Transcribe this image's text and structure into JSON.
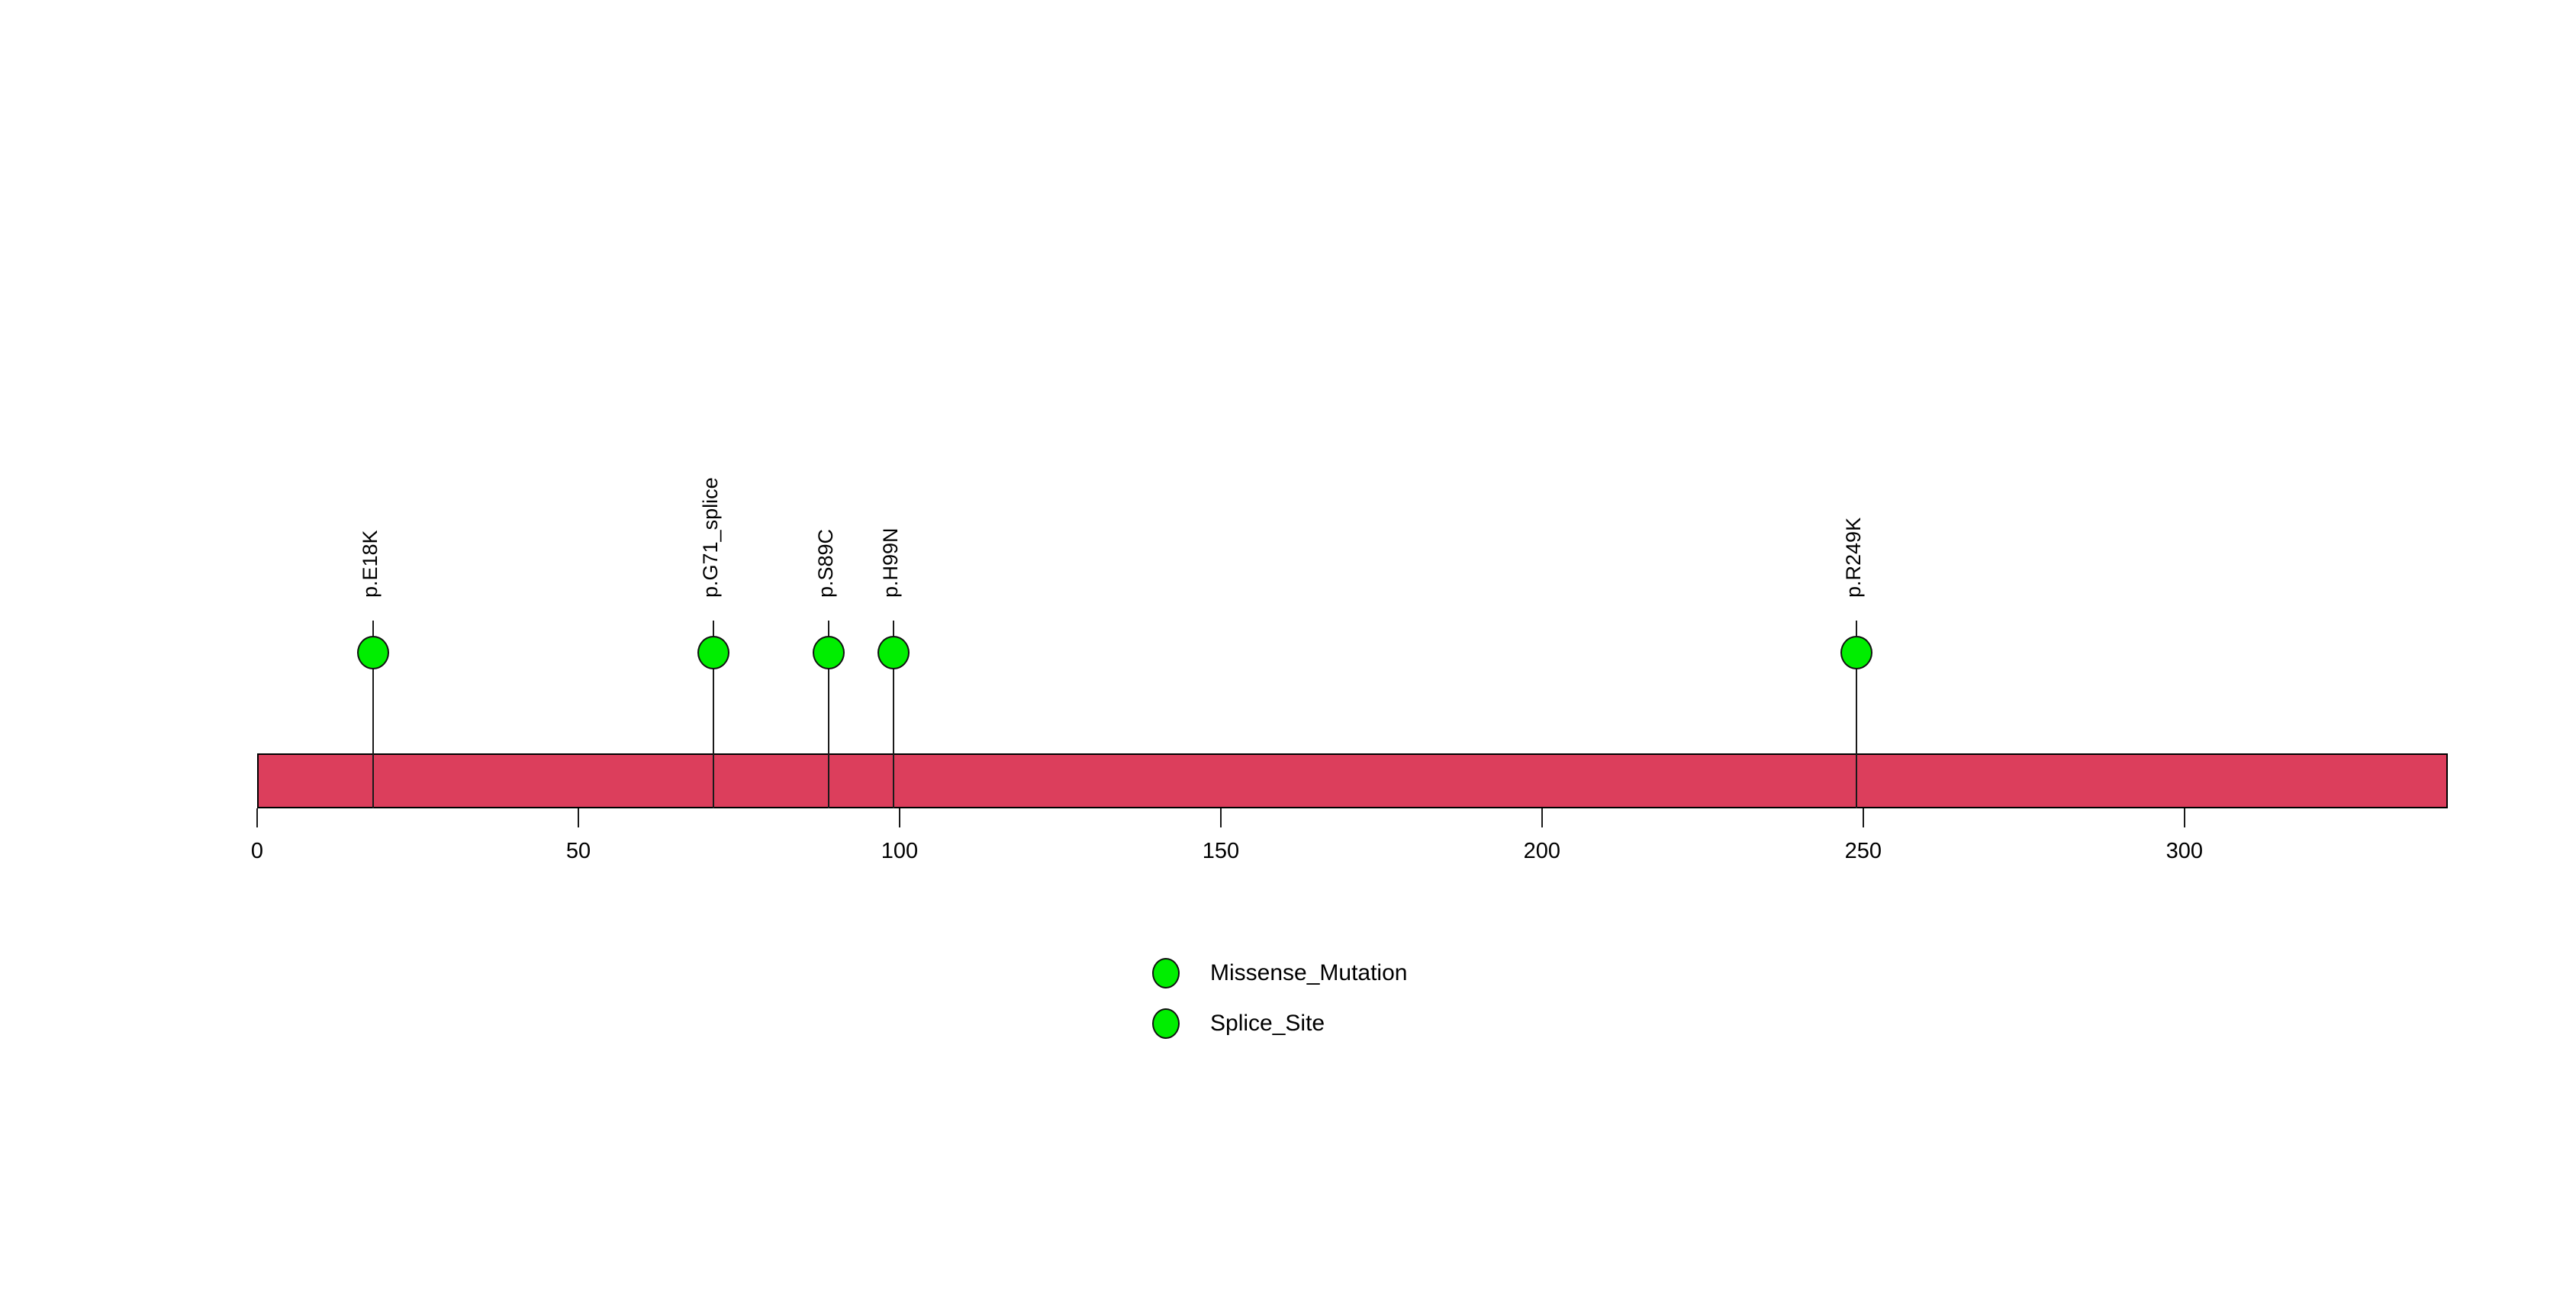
{
  "plot": {
    "title": "",
    "background_color": "#ffffff",
    "backbone_color": "#DC3E5C",
    "backbone_border_color": "#000000",
    "stem_color": "#1a1a1a",
    "marker_color": "#00EE00",
    "marker_border_color": "#111111",
    "text_color": "#000000"
  },
  "chart_data": {
    "type": "scatter",
    "plot_style": "lollipop",
    "title": "",
    "xlabel": "",
    "ylabel": "",
    "xlim": [
      0,
      341
    ],
    "grid": false,
    "protein": {
      "length": 341,
      "start": 0,
      "end": 341,
      "color": "#DC3E5C"
    },
    "axis": {
      "tick_values": [
        0,
        50,
        100,
        150,
        200,
        250,
        300
      ],
      "tick_labels": [
        "0",
        "50",
        "100",
        "150",
        "200",
        "250",
        "300"
      ]
    },
    "mutations": [
      {
        "label": "p.E18K",
        "position": 18,
        "count": 1,
        "type": "Missense_Mutation",
        "color": "#00EE00"
      },
      {
        "label": "p.G71_splice",
        "position": 71,
        "count": 1,
        "type": "Splice_Site",
        "color": "#00EE00"
      },
      {
        "label": "p.S89C",
        "position": 89,
        "count": 1,
        "type": "Missense_Mutation",
        "color": "#00EE00"
      },
      {
        "label": "p.H99N",
        "position": 99,
        "count": 1,
        "type": "Missense_Mutation",
        "color": "#00EE00"
      },
      {
        "label": "p.R249K",
        "position": 249,
        "count": 1,
        "type": "Missense_Mutation",
        "color": "#00EE00"
      }
    ],
    "legend": {
      "position": "bottom-center",
      "entries": [
        {
          "label": "Missense_Mutation",
          "color": "#00EE00"
        },
        {
          "label": "Splice_Site",
          "color": "#00EE00"
        }
      ]
    }
  }
}
